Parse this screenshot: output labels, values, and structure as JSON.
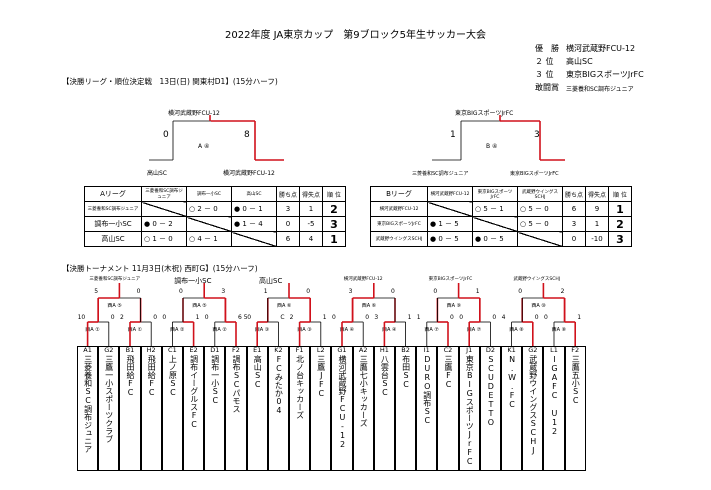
{
  "title": "2022年度 JA東京カップ　第9ブロック5年生サッカー大会",
  "results": [
    {
      "place": "優　勝",
      "team": "横河武蔵野FCU-12"
    },
    {
      "place": "２ 位",
      "team": "高山SC"
    },
    {
      "place": "３ 位",
      "team": "東京BIGスポーツJrFC"
    },
    {
      "place": "敢闘賞",
      "team": "三菱養和SC調布ジュニア"
    }
  ],
  "final_league": {
    "heading": "【決勝リーグ・順位決定戦　13日(日) 関東村D1】(15分ハーフ)",
    "final_a": {
      "winner": "横河武蔵野FCU-12",
      "left": "高山SC",
      "right": "横河武蔵野FCU-12",
      "score_l": "0",
      "score_r": "8",
      "code": "A ④"
    },
    "final_b": {
      "winner": "東京BIGスポーツJrFC",
      "left": "三菱養和SC調布ジュニア",
      "right": "東京BIGスポーツJrFC",
      "score_l": "1",
      "score_r": "3",
      "code": "B ④"
    }
  },
  "league_a": {
    "header": [
      "Aリーグ",
      "三菱養和SC調布ジュニア",
      "調布一小SC",
      "高山SC",
      "勝ち点",
      "得失点",
      "順 位"
    ],
    "rows": [
      {
        "name": "三菱養和SC調布ジュニア",
        "c1": "",
        "c2": "○ 2 － 0",
        "c3": "● 0 － 1",
        "pts": "3",
        "gd": "1",
        "rank": "2"
      },
      {
        "name": "調布一小SC",
        "c1": "● 0 － 2",
        "c2": "",
        "c3": "● 1 － 4",
        "pts": "0",
        "gd": "-5",
        "rank": "3"
      },
      {
        "name": "高山SC",
        "c1": "○ 1 － 0",
        "c2": "○ 4 － 1",
        "c3": "",
        "pts": "6",
        "gd": "4",
        "rank": "1"
      }
    ]
  },
  "league_b": {
    "header": [
      "Bリーグ",
      "横河武蔵野FCU-12",
      "東京BIGスポーツJrFC",
      "武蔵野ウイングスSCHJ",
      "勝ち点",
      "得失点",
      "順 位"
    ],
    "rows": [
      {
        "name": "横河武蔵野FCU-12",
        "c1": "",
        "c2": "○ 5 － 1",
        "c3": "○ 5 － 0",
        "pts": "6",
        "gd": "9",
        "rank": "1"
      },
      {
        "name": "東京BIGスポーツJrFC",
        "c1": "● 1 － 5",
        "c2": "",
        "c3": "○ 5 － 0",
        "pts": "3",
        "gd": "1",
        "rank": "2"
      },
      {
        "name": "武蔵野ウイングスSCHJ",
        "c1": "● 0 － 5",
        "c2": "● 0 － 5",
        "c3": "",
        "pts": "0",
        "gd": "-10",
        "rank": "3"
      }
    ]
  },
  "tournament": {
    "heading": "【決勝トーナメント 11月3日(木祝) 西町G】(15分ハーフ)",
    "winners": [
      "三菱養和SC調布ジュニア",
      "調布一小SC",
      "高山SC",
      "横河武蔵野FCU-12",
      "東京BIGスポーツJrFC",
      "武蔵野ウイングスSCHJ"
    ],
    "scores_top": [
      [
        "5",
        "0"
      ],
      [
        "0",
        "3"
      ],
      [
        "1",
        "0"
      ],
      [
        "3",
        "0"
      ],
      [
        "0",
        "1"
      ],
      [
        "0",
        "2"
      ]
    ],
    "scores_top_extra": [
      "",
      "0",
      "",
      "",
      "",
      ""
    ],
    "codes_top": [
      "西A ⑤",
      "西A ⑤",
      "西A ⑥",
      "西A ⑥",
      "西A ⑨",
      "西A ⑩"
    ],
    "codes_bottom": [
      "西A ①",
      "西A ①",
      "西A ②",
      "西A ②",
      "西A ③",
      "西A ③",
      "西A ④",
      "西A ④",
      "西A ⑦",
      "西A ⑦",
      "西A ⑧",
      "西A ⑧"
    ],
    "scores_bottom": [
      "10",
      "0",
      "2",
      "0",
      "0",
      "1",
      "0",
      "6 5",
      "0",
      "C",
      "2",
      "1",
      "0",
      "0",
      "3",
      "1",
      "1",
      "0",
      "0",
      "0",
      "4",
      "0",
      "0",
      "1",
      "4",
      "0"
    ],
    "teams": [
      {
        "id": "A1",
        "name": "三菱養和SC調布ジュニア"
      },
      {
        "id": "G2",
        "name": "三鷹一小スポーツクラブ"
      },
      {
        "id": "B1",
        "name": "飛田給FC"
      },
      {
        "id": "H2",
        "name": "飛田給FC"
      },
      {
        "id": "C1",
        "name": "上ノ原SC"
      },
      {
        "id": "E2",
        "name": "調布イーグルスFC"
      },
      {
        "id": "D1",
        "name": "調布一小SC"
      },
      {
        "id": "F2",
        "name": "調布SCパモス"
      },
      {
        "id": "E1",
        "name": "高山SC"
      },
      {
        "id": "K2",
        "name": "FCみたか04"
      },
      {
        "id": "F1",
        "name": "北ノ台キッカーズ"
      },
      {
        "id": "L2",
        "name": "三鷹JFC"
      },
      {
        "id": "G1",
        "name": "横河武蔵野FCU-12"
      },
      {
        "id": "A2",
        "name": "三鷹七小キッカーズ"
      },
      {
        "id": "H1",
        "name": "八雲台SC"
      },
      {
        "id": "B2",
        "name": "布田SC"
      },
      {
        "id": "I1",
        "name": "DURO調布SC"
      },
      {
        "id": "C2",
        "name": "三鷹FC"
      },
      {
        "id": "J1",
        "name": "東京BIGスポーツJrFC"
      },
      {
        "id": "D2",
        "name": "SCUDETTO"
      },
      {
        "id": "K1",
        "name": "N.W.FC"
      },
      {
        "id": "G2",
        "name": "武蔵野ウイングスSCHJ"
      },
      {
        "id": "L1",
        "name": "IGAFC U12"
      },
      {
        "id": "F2",
        "name": "三鷹五小SC"
      }
    ]
  },
  "colors": {
    "win_line": "#d0111b",
    "line": "#000000"
  }
}
